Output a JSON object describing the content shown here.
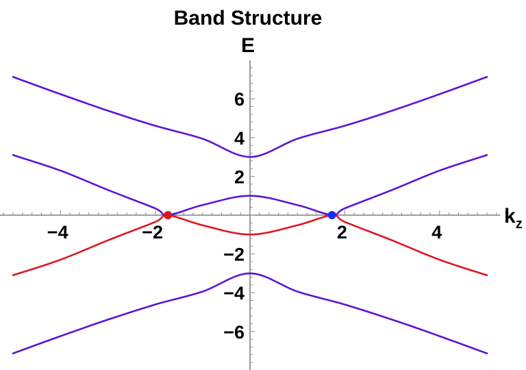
{
  "chart_data": {
    "type": "line",
    "title": "Band Structure",
    "xlabel": {
      "main": "k",
      "sub": "z"
    },
    "ylabel": "E",
    "xlim": [
      -5,
      5
    ],
    "ylim": [
      -8,
      8
    ],
    "x_ticks": [
      {
        "value": -4,
        "label": "−4"
      },
      {
        "value": -2,
        "label": "−2"
      },
      {
        "value": 2,
        "label": "2"
      },
      {
        "value": 4,
        "label": "4"
      }
    ],
    "y_ticks": [
      {
        "value": -6,
        "label": "−6"
      },
      {
        "value": -4,
        "label": "−4"
      },
      {
        "value": -2,
        "label": "−2"
      },
      {
        "value": 2,
        "label": "2"
      },
      {
        "value": 4,
        "label": "4"
      },
      {
        "value": 6,
        "label": "6"
      }
    ],
    "grid": false,
    "series": [
      {
        "color": "#5a14d6",
        "x": [
          -5,
          -4,
          -3,
          -2,
          -1,
          0,
          1,
          2,
          3,
          4,
          5
        ],
        "y": [
          7.13,
          6.24,
          5.39,
          4.61,
          3.94,
          3.0,
          3.94,
          4.61,
          5.39,
          6.24,
          7.13
        ]
      },
      {
        "color": "#5a14d6",
        "x": [
          -5,
          -4,
          -3,
          -2,
          -1.73,
          -1,
          0,
          1,
          1.73,
          2,
          3,
          4,
          5
        ],
        "y": [
          3.1,
          2.3,
          1.3,
          0.35,
          0.0,
          0.52,
          1.0,
          0.52,
          0.0,
          0.35,
          1.3,
          2.3,
          3.1
        ]
      },
      {
        "color": "#e0141e",
        "x": [
          -5,
          -4,
          -3,
          -2,
          -1.73,
          -1,
          0,
          1,
          1.73,
          2,
          3,
          4,
          5
        ],
        "y": [
          -3.1,
          -2.3,
          -1.3,
          -0.35,
          0.0,
          -0.52,
          -1.0,
          -0.52,
          0.0,
          -0.35,
          -1.3,
          -2.3,
          -3.1
        ]
      },
      {
        "color": "#5a14d6",
        "x": [
          -5,
          -4,
          -3,
          -2,
          -1,
          0,
          1,
          2,
          3,
          4,
          5
        ],
        "y": [
          -7.13,
          -6.24,
          -5.39,
          -4.61,
          -3.94,
          -3.0,
          -3.94,
          -4.61,
          -5.39,
          -6.24,
          -7.13
        ]
      }
    ],
    "points": [
      {
        "x": -1.73,
        "y": 0,
        "color": "#e0141e"
      },
      {
        "x": 1.73,
        "y": 0,
        "color": "#1a2cf0"
      }
    ]
  }
}
